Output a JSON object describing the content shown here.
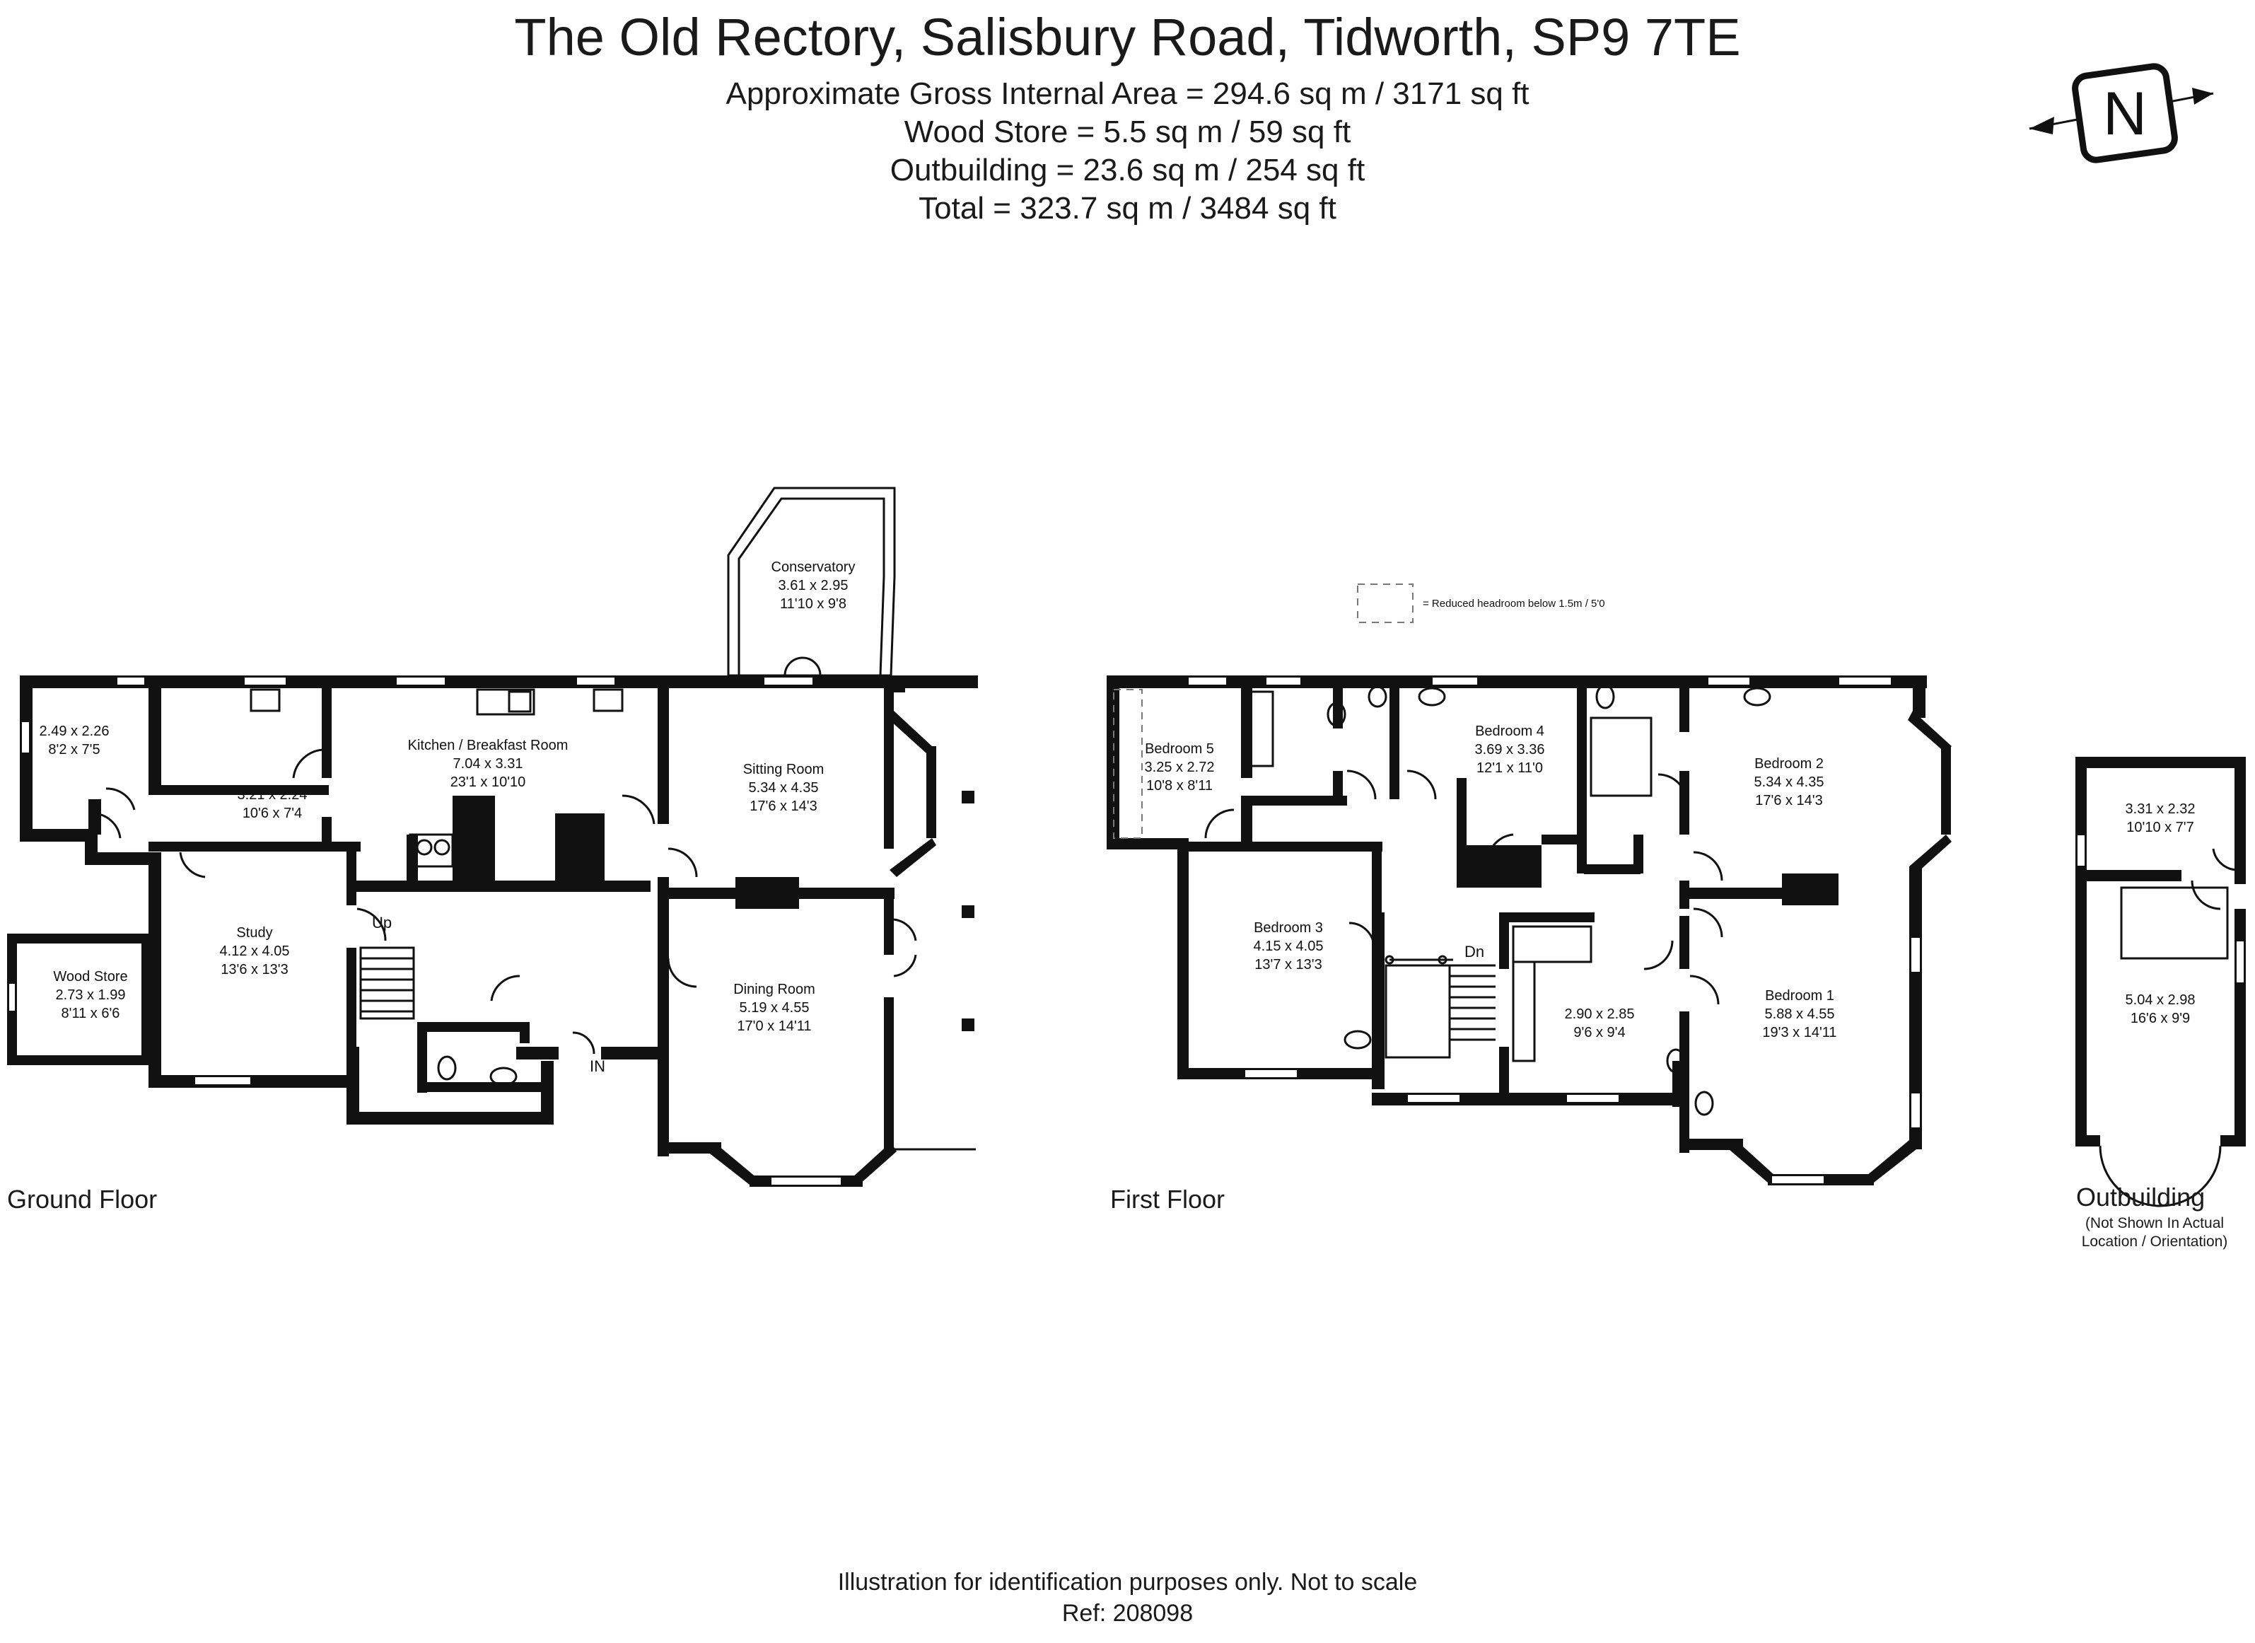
{
  "header": {
    "title": "The Old Rectory, Salisbury Road, Tidworth, SP9 7TE",
    "area_lines": [
      "Approximate Gross Internal Area = 294.6 sq m / 3171 sq ft",
      "Wood Store = 5.5 sq m / 59 sq ft",
      "Outbuilding = 23.6 sq m / 254 sq ft",
      "Total = 323.7 sq m / 3484 sq ft"
    ]
  },
  "compass": {
    "letter": "N"
  },
  "legend": {
    "text": "= Reduced headroom below 1.5m / 5'0"
  },
  "floors": {
    "ground": {
      "label": "Ground Floor",
      "rooms": [
        {
          "id": "utility-small",
          "name": "",
          "metric": "2.49 x 2.26",
          "imperial": "8'2 x 7'5"
        },
        {
          "id": "utility",
          "name": "",
          "metric": "3.21 x 2.24",
          "imperial": "10'6 x 7'4"
        },
        {
          "id": "kitchen",
          "name": "Kitchen / Breakfast Room",
          "metric": "7.04 x 3.31",
          "imperial": "23'1 x 10'10"
        },
        {
          "id": "conservatory",
          "name": "Conservatory",
          "metric": "3.61 x 2.95",
          "imperial": "11'10 x 9'8"
        },
        {
          "id": "sitting",
          "name": "Sitting Room",
          "metric": "5.34 x 4.35",
          "imperial": "17'6 x 14'3"
        },
        {
          "id": "study",
          "name": "Study",
          "metric": "4.12 x 4.05",
          "imperial": "13'6 x 13'3"
        },
        {
          "id": "dining",
          "name": "Dining Room",
          "metric": "5.19 x 4.55",
          "imperial": "17'0 x 14'11"
        },
        {
          "id": "woodstore",
          "name": "Wood Store",
          "metric": "2.73 x 1.99",
          "imperial": "8'11 x 6'6"
        }
      ],
      "stair_label": "Up",
      "entrance_label": "IN"
    },
    "first": {
      "label": "First Floor",
      "rooms": [
        {
          "id": "bed5",
          "name": "Bedroom 5",
          "metric": "3.25 x 2.72",
          "imperial": "10'8 x 8'11"
        },
        {
          "id": "bed4",
          "name": "Bedroom 4",
          "metric": "3.69 x 3.36",
          "imperial": "12'1 x 11'0"
        },
        {
          "id": "bed2",
          "name": "Bedroom 2",
          "metric": "5.34 x 4.35",
          "imperial": "17'6 x 14'3"
        },
        {
          "id": "bed3",
          "name": "Bedroom 3",
          "metric": "4.15 x 4.05",
          "imperial": "13'7 x 13'3"
        },
        {
          "id": "dressing",
          "name": "",
          "metric": "2.90 x 2.85",
          "imperial": "9'6 x 9'4"
        },
        {
          "id": "bed1",
          "name": "Bedroom 1",
          "metric": "5.88 x 4.55",
          "imperial": "19'3 x 14'11"
        }
      ],
      "stair_label": "Dn"
    },
    "outbuilding": {
      "label": "Outbuilding",
      "note_lines": [
        "(Not Shown In Actual",
        "Location / Orientation)"
      ],
      "rooms": [
        {
          "id": "out-top",
          "name": "",
          "metric": "3.31 x 2.32",
          "imperial": "10'10 x 7'7"
        },
        {
          "id": "out-main",
          "name": "",
          "metric": "5.04 x 2.98",
          "imperial": "16'6 x 9'9"
        }
      ]
    }
  },
  "footer": {
    "disclaimer": "Illustration for identification purposes only. Not to scale",
    "ref": "Ref: 208098"
  }
}
